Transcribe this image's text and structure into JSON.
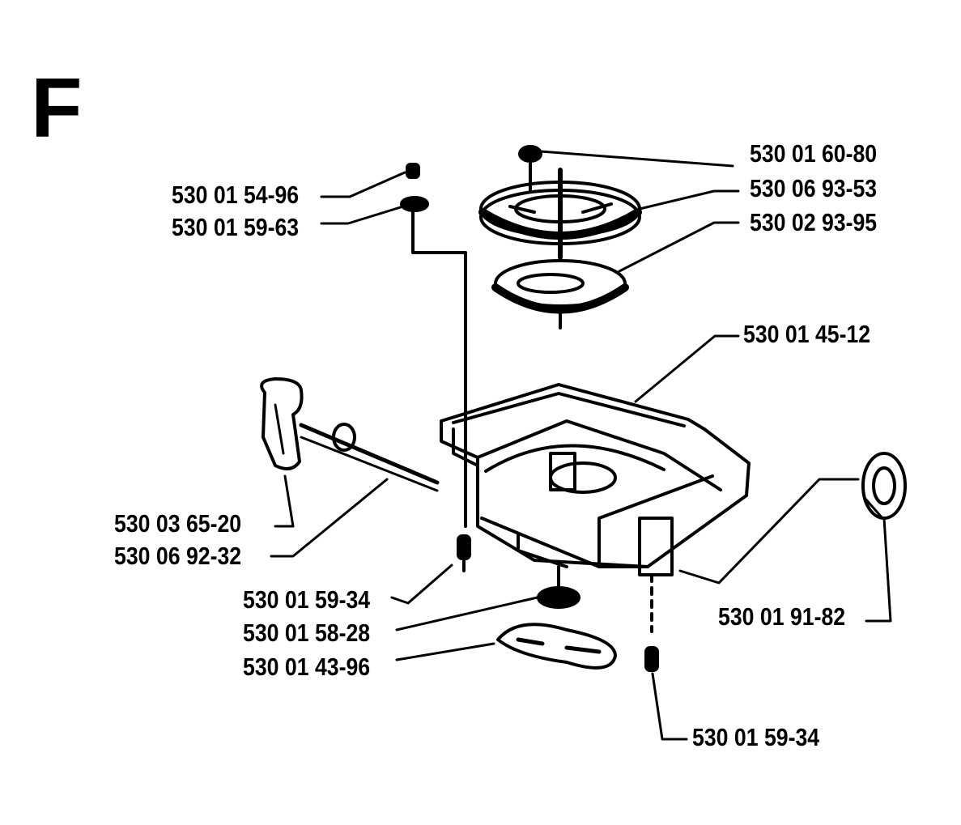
{
  "diagram": {
    "section_letter": "F",
    "parts": [
      {
        "id": "p1",
        "number": "530 01 60-80"
      },
      {
        "id": "p2",
        "number": "530 06 93-53"
      },
      {
        "id": "p3",
        "number": "530 02 93-95"
      },
      {
        "id": "p4",
        "number": "530 01 54-96"
      },
      {
        "id": "p5",
        "number": "530 01 59-63"
      },
      {
        "id": "p6",
        "number": "530 01 45-12"
      },
      {
        "id": "p7",
        "number": "530 03 65-20"
      },
      {
        "id": "p8",
        "number": "530 06 92-32"
      },
      {
        "id": "p9",
        "number": "530 01 59-34"
      },
      {
        "id": "p10",
        "number": "530 01 58-28"
      },
      {
        "id": "p11",
        "number": "530 01 43-96"
      },
      {
        "id": "p12",
        "number": "530 01 91-82"
      },
      {
        "id": "p13",
        "number": "530 01 59-34"
      }
    ]
  }
}
